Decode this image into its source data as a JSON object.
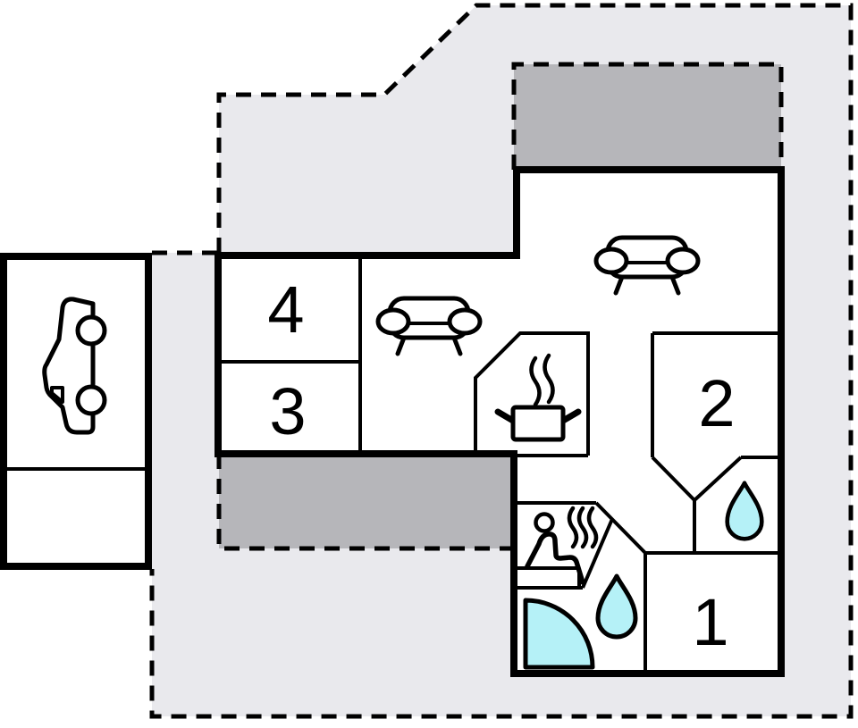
{
  "rooms": [
    {
      "label": "1"
    },
    {
      "label": "2"
    },
    {
      "label": "3"
    },
    {
      "label": "4"
    }
  ],
  "icons": [
    "car-icon",
    "sofa-icon",
    "cooking-pot-icon",
    "steam-icon",
    "heat-waves-icon",
    "sauna-person-icon",
    "water-drop-icon",
    "shower-icon"
  ],
  "colors": {
    "wall": "#000000",
    "plot_fill": "#e9e9ed",
    "terrace_fill": "#b6b6ba",
    "room_fill": "#ffffff",
    "water_fill": "#b5f1f7",
    "steam": "#999999"
  }
}
